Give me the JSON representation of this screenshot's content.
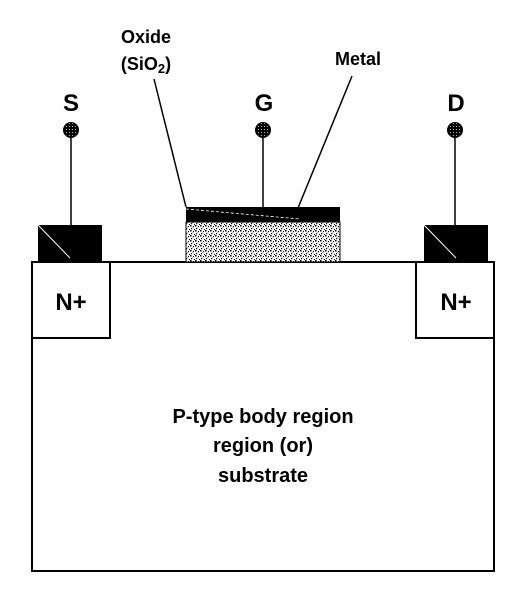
{
  "terminals": {
    "source": "S",
    "gate": "G",
    "drain": "D"
  },
  "labels": {
    "oxide_line1": "Oxide",
    "oxide_line2_prefix": "(SiO",
    "oxide_subscript": "2",
    "oxide_line2_suffix": ")",
    "metal": "Metal"
  },
  "regions": {
    "n_plus_left": "N+",
    "n_plus_right": "N+",
    "body_line1": "P-type body region",
    "body_line2": "region (or)",
    "body_line3": "substrate"
  }
}
